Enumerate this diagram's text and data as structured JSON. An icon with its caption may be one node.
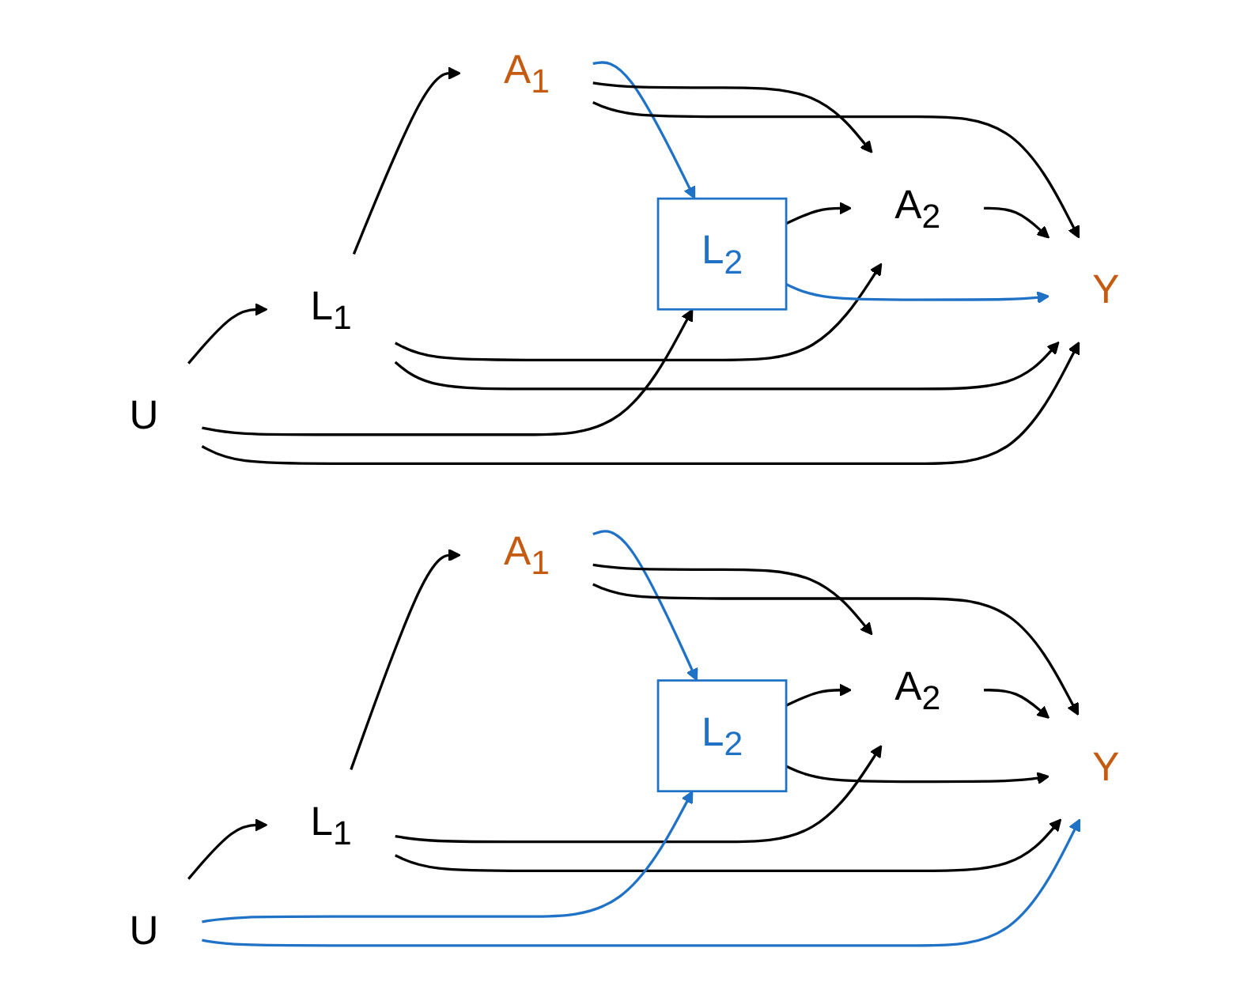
{
  "diagram": {
    "nodes": [
      {
        "text": [
          "L$_{1}$"
        ]
      },
      {
        "text": [
          "A$_{1}$"
        ]
      },
      {
        "text": [
          "L$_{2}$"
        ]
      },
      {
        "text": [
          "A$_{2}$"
        ]
      },
      {
        "text": [
          "Y"
        ]
      },
      {
        "text": [
          "U"
        ]
      },
      {
        "text": [
          "L$_{1}$"
        ]
      },
      {
        "text": [
          "A$_{1}$"
        ]
      },
      {
        "text": [
          "L$_{2}$"
        ]
      },
      {
        "text": [
          "A$_{2}$"
        ]
      },
      {
        "text": [
          "Y"
        ]
      },
      {
        "text": [
          "U"
        ]
      }
    ],
    "edges": [
      {
        "from": 0,
        "to": 1,
        "arrow": "to"
      },
      {
        "from": 1,
        "to": 2,
        "arrow": "to",
        "color": "#1f72c6"
      },
      {
        "from": 2,
        "to": 3,
        "arrow": "to"
      },
      {
        "from": 3,
        "to": 4,
        "arrow": "to"
      },
      {
        "from": 1,
        "to": 3,
        "arrow": "to"
      },
      {
        "from": 1,
        "to": 4,
        "arrow": "to"
      },
      {
        "from": 0,
        "to": 3,
        "arrow": "to"
      },
      {
        "from": 0,
        "to": 4,
        "arrow": "to"
      },
      {
        "from": 2,
        "to": 4,
        "arrow": "to",
        "color": "#1f72c6"
      },
      {
        "from": 5,
        "to": 0,
        "arrow": "to"
      },
      {
        "from": 5,
        "to": 2,
        "arrow": "to"
      },
      {
        "from": 5,
        "to": 4,
        "arrow": "to"
      },
      {
        "from": 6,
        "to": 7,
        "arrow": "to"
      },
      {
        "from": 7,
        "to": 8,
        "arrow": "to",
        "color": "#1f72c6"
      },
      {
        "from": 8,
        "to": 9,
        "arrow": "to"
      },
      {
        "from": 9,
        "to": 10,
        "arrow": "to"
      },
      {
        "from": 7,
        "to": 9,
        "arrow": "to"
      },
      {
        "from": 7,
        "to": 10,
        "arrow": "to"
      },
      {
        "from": 6,
        "to": 9,
        "arrow": "to"
      },
      {
        "from": 6,
        "to": 10,
        "arrow": "to"
      },
      {
        "from": 8,
        "to": 10,
        "arrow": "to"
      },
      {
        "from": 11,
        "to": 6,
        "arrow": "to"
      },
      {
        "from": 11,
        "to": 8,
        "arrow": "to",
        "color": "#1f72c6"
      },
      {
        "from": 11,
        "to": 10,
        "arrow": "to",
        "color": "#1f72c6"
      }
    ]
  }
}
